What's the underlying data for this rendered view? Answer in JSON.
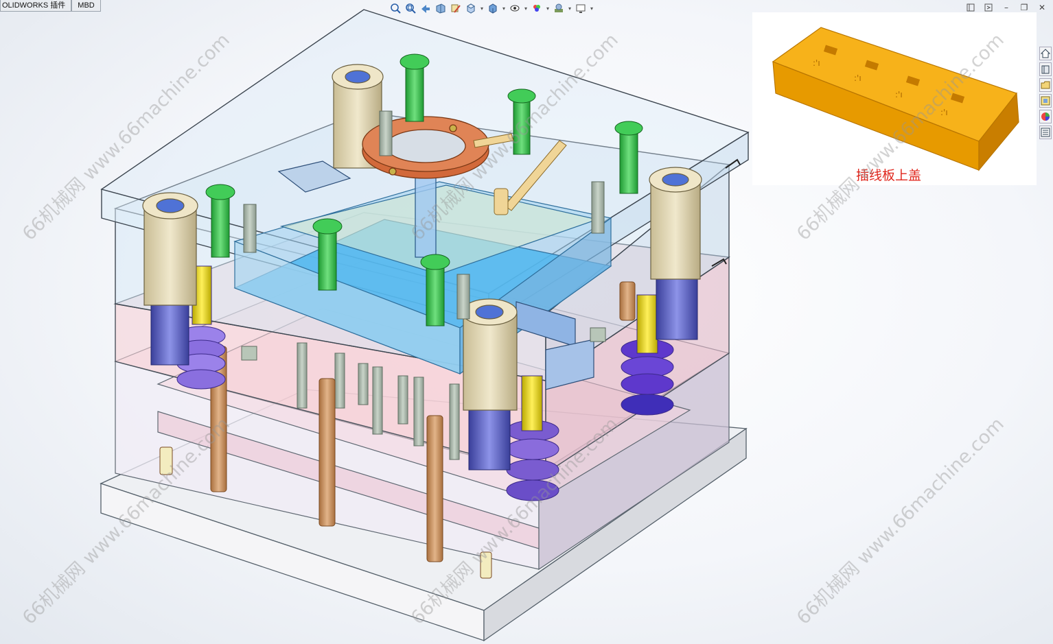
{
  "tabs": [
    {
      "label": "OLIDWORKS 插件"
    },
    {
      "label": "MBD"
    }
  ],
  "heads_up_toolbar": [
    {
      "icon": "zoom-to-fit-icon"
    },
    {
      "icon": "zoom-to-area-icon"
    },
    {
      "icon": "previous-view-icon"
    },
    {
      "icon": "section-view-icon"
    },
    {
      "icon": "dynamic-annotation-icon"
    },
    {
      "icon": "view-orientation-icon"
    },
    {
      "icon": "display-style-icon"
    },
    {
      "icon": "hide-show-items-icon"
    },
    {
      "icon": "edit-appearance-icon"
    },
    {
      "icon": "apply-scene-icon"
    },
    {
      "icon": "view-settings-icon"
    }
  ],
  "window_controls": [
    {
      "icon": "tile-horizontal-icon"
    },
    {
      "icon": "tile-vertical-icon"
    },
    {
      "icon": "minimize-icon",
      "glyph": "–"
    },
    {
      "icon": "restore-icon",
      "glyph": "❐"
    },
    {
      "icon": "close-icon",
      "glyph": "✕"
    }
  ],
  "task_pane": [
    {
      "icon": "solidworks-resources-icon"
    },
    {
      "icon": "design-library-icon"
    },
    {
      "icon": "file-explorer-icon"
    },
    {
      "icon": "view-palette-icon"
    },
    {
      "icon": "appearances-scenes-icon"
    },
    {
      "icon": "custom-properties-icon"
    }
  ],
  "product_preview": {
    "caption": "插线板上盖",
    "colors": {
      "part": "#f5a300",
      "part_dark": "#c97e00",
      "caption": "#e0261c"
    }
  },
  "watermark": {
    "text": "66机械网 www.66machine.com"
  },
  "colors": {
    "glass": "#cfe3f4",
    "bolt": "#33c24a",
    "ring": "#d2693a",
    "guide_bush": "#e7dcb8",
    "spring": "#7a5cd0",
    "pin": "#c68d5a",
    "cavity": "#4fb6ee",
    "plate_pink": "#f2c4c8"
  }
}
